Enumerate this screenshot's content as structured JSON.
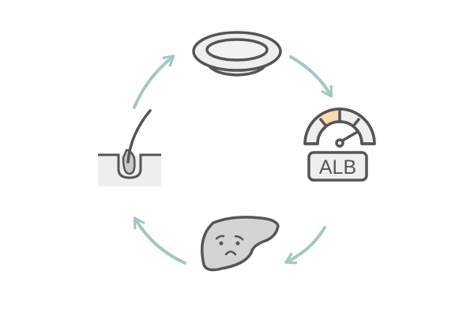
{
  "diagram": {
    "type": "cycle",
    "nodes": [
      {
        "id": "plate",
        "icon": "empty-plate-icon"
      },
      {
        "id": "albumin",
        "icon": "gauge-icon",
        "label": "ALB"
      },
      {
        "id": "liver",
        "icon": "sad-liver-icon"
      },
      {
        "id": "hair",
        "icon": "hair-follicle-icon"
      }
    ],
    "colors": {
      "arrow": "#a3c7c3",
      "stroke": "#555555",
      "fill": "#eeeeee",
      "gauge_highlight": "#fad9b3",
      "liver_fill": "#d4d4d4"
    }
  }
}
